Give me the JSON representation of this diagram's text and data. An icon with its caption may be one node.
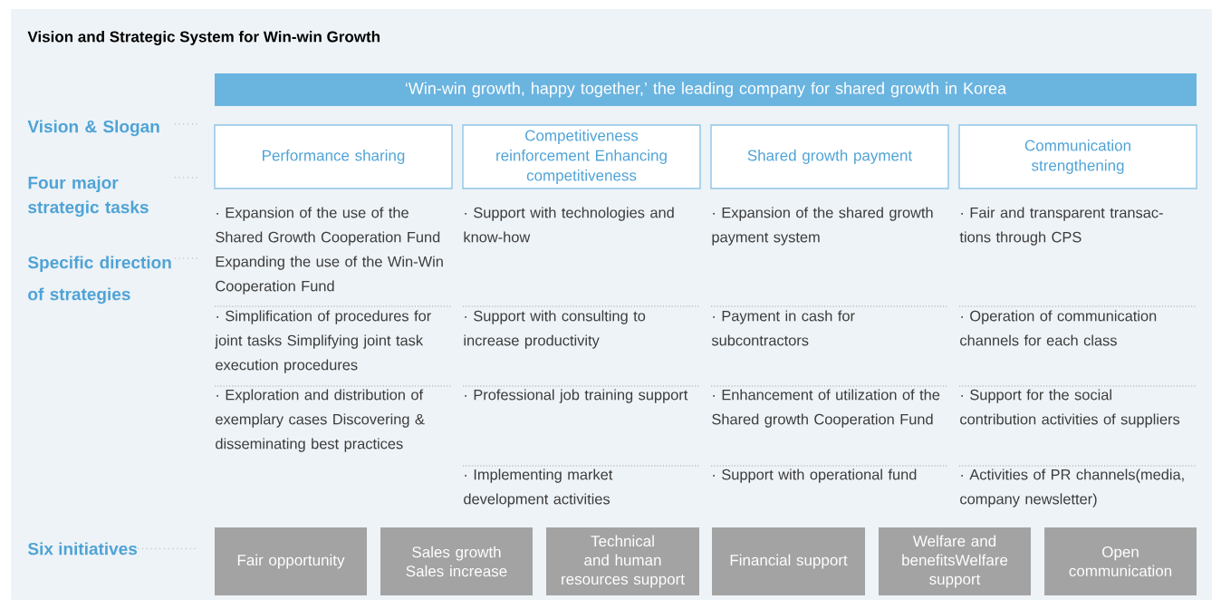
{
  "diagram": {
    "title": "Vision and Strategic System for Win-win Growth",
    "nodes": [
      {
        "text": [
          "Vision & Slogan"
        ]
      },
      {
        "text": [
          "‘Win-win growth, happy together,’ the leading company for shared growth in Korea"
        ]
      },
      {
        "text": [
          "Four major strategic tasks"
        ]
      },
      {
        "text": [
          "Performance sharing"
        ]
      },
      {
        "text": [
          "Competitiveness reinforcement Enhancing competitiveness"
        ]
      },
      {
        "text": [
          "Shared growth payment"
        ]
      },
      {
        "text": [
          "Communication strengthening"
        ]
      },
      {
        "text": [
          "Specific direction of strategies"
        ]
      },
      {
        "text": [
          "Six initiatives"
        ]
      },
      {
        "text": [
          "Fair opportunity"
        ]
      },
      {
        "text": [
          "Sales growth Sales increase"
        ]
      },
      {
        "text": [
          "Technical and human resources support"
        ]
      },
      {
        "text": [
          "Financial support"
        ]
      },
      {
        "text": [
          "Welfare and benefitsWelfare support"
        ]
      },
      {
        "text": [
          "Open communication"
        ]
      }
    ],
    "edges": [
      {
        "from": 0,
        "to": null,
        "arrow": "none"
      },
      {
        "from": 2,
        "to": null,
        "arrow": "none"
      },
      {
        "from": 7,
        "to": null,
        "arrow": "none"
      },
      {
        "from": 8,
        "to": null,
        "arrow": "none"
      }
    ],
    "labels": [
      "· Expansion of the use of the Shared Growth Cooperation Fund Expanding the use of the Win-Win Cooperation Fund",
      "· Support with technologies and know-how",
      "· Expansion of the shared growth payment system",
      "· Fair and transparent transac-tions through CPS",
      "· Simplification of procedures for joint tasks Simplifying joint task execution procedures",
      "· Support with consulting to increase productivity",
      "· Payment in cash for subcontractors",
      "· Operation of communication channels for each class",
      "· Exploration and distribution of exemplary cases Discovering & disseminating best practices",
      "· Professional job training support",
      "· Enhancement of utilization of the Shared growth Cooperation Fund",
      "· Support for the social contribution activities of suppliers",
      "· Implementing market development activities",
      "· Support with operational fund",
      "· Activities of PR channels(media, company newsletter)"
    ]
  }
}
